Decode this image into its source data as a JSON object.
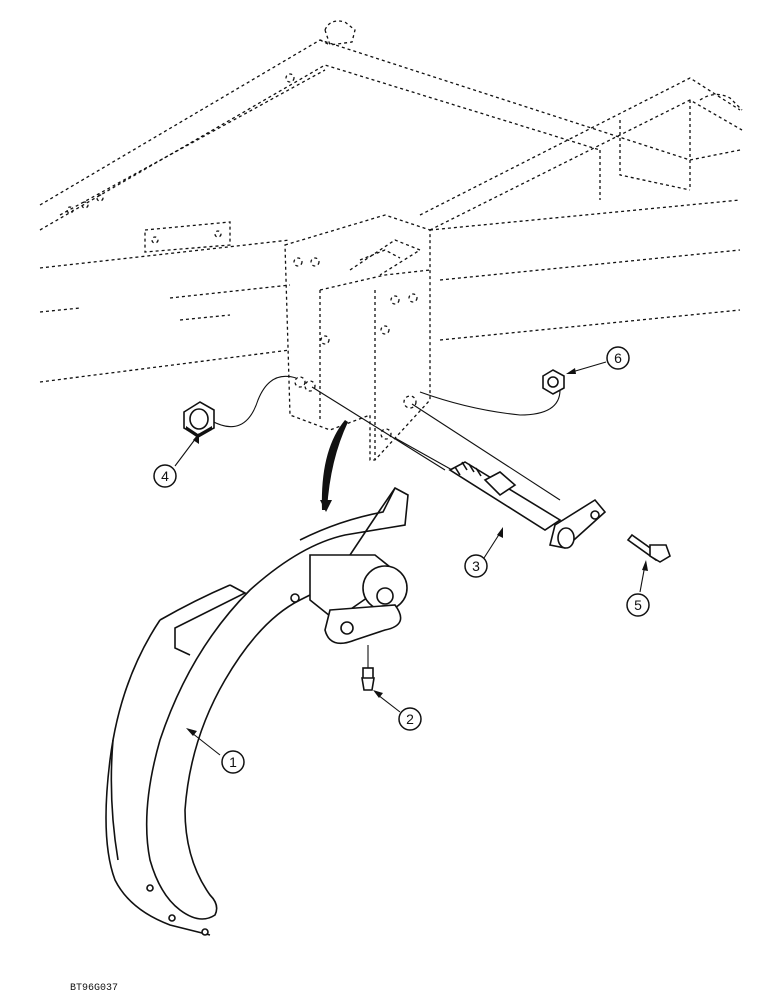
{
  "callouts": [
    {
      "id": "1",
      "label": "1"
    },
    {
      "id": "2",
      "label": "2"
    },
    {
      "id": "3",
      "label": "3"
    },
    {
      "id": "4",
      "label": "4"
    },
    {
      "id": "5",
      "label": "5"
    },
    {
      "id": "6",
      "label": "6"
    }
  ],
  "figure_code": "BT96G037"
}
